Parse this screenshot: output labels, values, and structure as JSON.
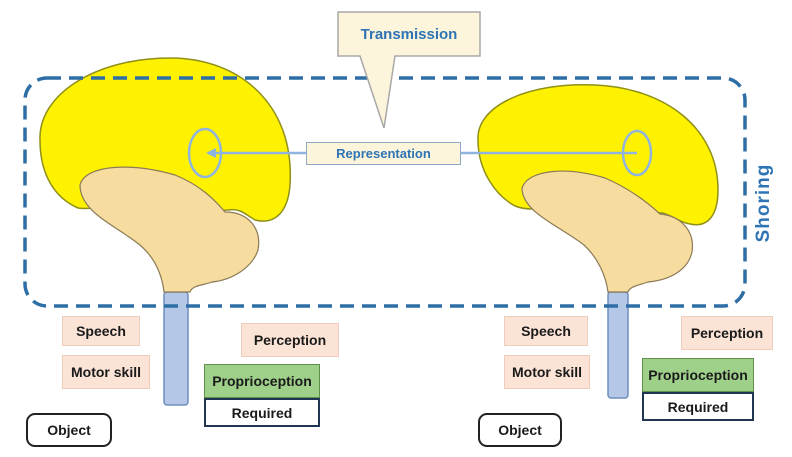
{
  "diagram": {
    "callout": {
      "label": "Transmission"
    },
    "arrow": {
      "label": "Representation"
    },
    "region": {
      "label": "Shoring"
    },
    "left": {
      "speech": "Speech",
      "motor_skill": "Motor skill",
      "perception": "Perception",
      "proprioception": "Proprioception",
      "required": "Required",
      "object": "Object"
    },
    "right": {
      "speech": "Speech",
      "motor_skill": "Motor skill",
      "perception": "Perception",
      "proprioception": "Proprioception",
      "required": "Required",
      "object": "Object"
    }
  },
  "colors": {
    "cortex": "#fff200",
    "brainstem": "#f7dca0",
    "spinal_cord": "#b4c7e7",
    "accent_blue": "#2e74b5",
    "dashed_border": "#2e6ea6",
    "label_peach": "#fbe3d6",
    "label_green": "#9fd08a"
  }
}
